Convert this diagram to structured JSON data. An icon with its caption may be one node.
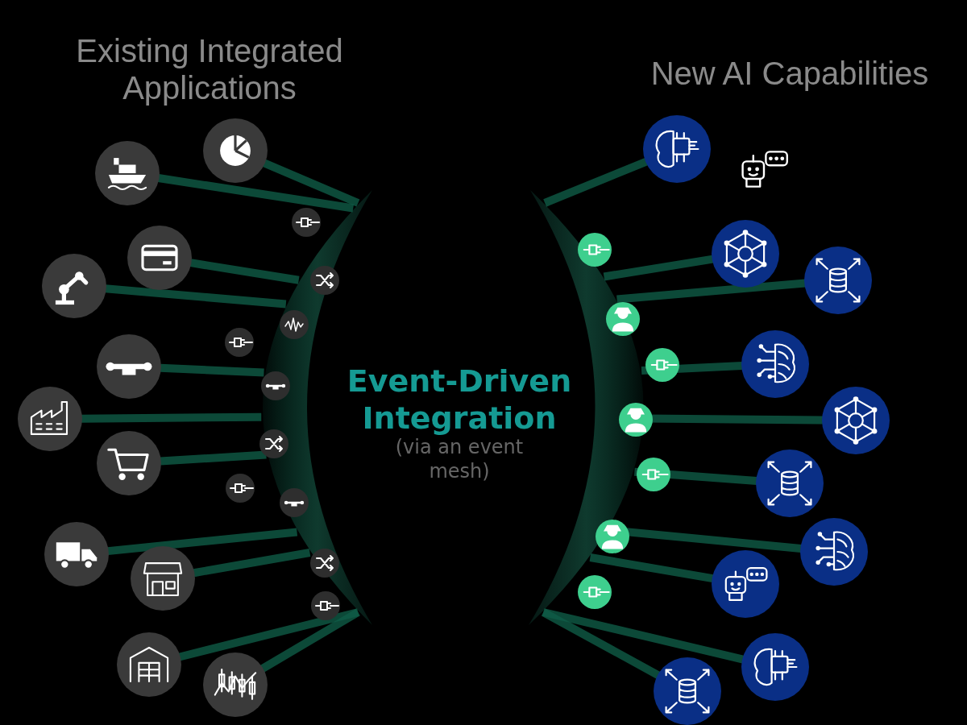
{
  "diagram": {
    "nodes": [
      {
        "text": [],
        "shape": "band"
      },
      {
        "text": [],
        "shape": "picture"
      },
      {
        "text": [],
        "shape": "picture"
      },
      {
        "text": [],
        "shape": "picture"
      },
      {
        "text": [],
        "shape": "picture"
      },
      {
        "text": [],
        "shape": "picture"
      },
      {
        "text": [],
        "shape": "picture"
      },
      {
        "text": [],
        "shape": "picture"
      },
      {
        "text": [],
        "shape": "picture"
      },
      {
        "text": [],
        "shape": "picture"
      },
      {
        "text": [],
        "shape": "picture"
      },
      {
        "text": [],
        "shape": "picture"
      },
      {
        "text": [],
        "shape": "band"
      },
      {
        "text": [],
        "shape": "picture"
      },
      {
        "text": [],
        "shape": "picture"
      },
      {
        "text": [],
        "shape": "picture"
      },
      {
        "text": [],
        "shape": "picture"
      },
      {
        "text": [],
        "shape": "picture"
      },
      {
        "text": [],
        "shape": "picture"
      },
      {
        "text": [],
        "shape": "picture"
      },
      {
        "text": [],
        "shape": "picture"
      },
      {
        "text": [],
        "shape": "picture"
      },
      {
        "text": [],
        "shape": "picture"
      }
    ],
    "edges": [
      {
        "from": 1,
        "to": 0,
        "arrow": "none"
      },
      {
        "from": 2,
        "to": 0,
        "arrow": "none"
      },
      {
        "from": 3,
        "to": 0,
        "arrow": "none"
      },
      {
        "from": 4,
        "to": 0,
        "arrow": "none"
      },
      {
        "from": 5,
        "to": 0,
        "arrow": "none"
      },
      {
        "from": 6,
        "to": 0,
        "arrow": "none"
      },
      {
        "from": 7,
        "to": 0,
        "arrow": "none"
      },
      {
        "from": 8,
        "to": 0,
        "arrow": "none"
      },
      {
        "from": 9,
        "to": 0,
        "arrow": "none"
      },
      {
        "from": 10,
        "to": 0,
        "arrow": "none"
      },
      {
        "from": 11,
        "to": 0,
        "arrow": "none"
      },
      {
        "from": 13,
        "to": 12,
        "arrow": "none"
      },
      {
        "from": 14,
        "to": 12,
        "arrow": "none"
      },
      {
        "from": 15,
        "to": 12,
        "arrow": "none"
      },
      {
        "from": 16,
        "to": 12,
        "arrow": "none"
      },
      {
        "from": 17,
        "to": 12,
        "arrow": "none"
      },
      {
        "from": 18,
        "to": 12,
        "arrow": "none"
      },
      {
        "from": 19,
        "to": 12,
        "arrow": "none"
      },
      {
        "from": 20,
        "to": 12,
        "arrow": "none"
      },
      {
        "from": 21,
        "to": 12,
        "arrow": "none"
      },
      {
        "from": 22,
        "to": 12,
        "arrow": "none"
      }
    ],
    "labels": [
      "Existing Integrated Applications",
      "New AI Capabilities",
      "Event-Driven Integration",
      "(via an event mesh)"
    ]
  }
}
